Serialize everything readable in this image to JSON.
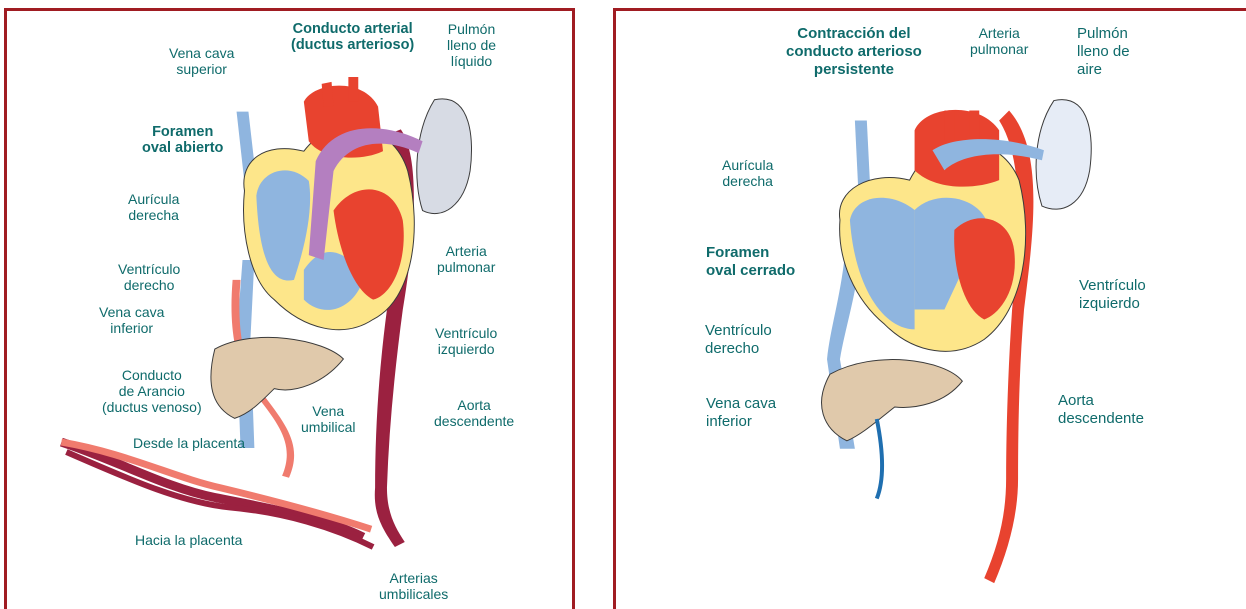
{
  "colors": {
    "frame": "#a01c22",
    "label_text": "#0f6b6b",
    "oxygenated_red": "#e8432f",
    "mixed_pink": "#f07b6e",
    "deoxygenated_blue": "#8fb5df",
    "purple": "#b47fc0",
    "dark_artery": "#9b2140",
    "heart_yellow": "#fde68a",
    "liver": "#e0c9ab",
    "lung": "#d7dbe4"
  },
  "fetal": {
    "vena_cava_superior": "Vena cava\nsuperior",
    "conducto_arterial": "Conducto arterial\n(ductus arterioso)",
    "pulmon_liquido": "Pulmón\nlleno de\nlíquido",
    "foramen_abierto": "Foramen\noval abierto",
    "auricula_derecha": "Aurícula\nderecha",
    "ventriculo_derecho": "Ventrículo\nderecho",
    "arteria_pulmonar": "Arteria\npulmonar",
    "vena_cava_inferior": "Vena cava\ninferior",
    "ventriculo_izquierdo": "Ventrículo\nizquierdo",
    "conducto_arancio": "Conducto\nde Arancio\n(ductus venoso)",
    "vena_umbilical": "Vena\numbilical",
    "aorta_descendente": "Aorta\ndescendente",
    "desde_placenta": "Desde la placenta",
    "hacia_placenta": "Hacia la placenta",
    "arterias_umbilicales": "Arterias\numbilicales"
  },
  "newborn": {
    "contraccion_conducto": "Contracción del\nconducto arterioso\npersistente",
    "arteria_pulmonar": "Arteria\npulmonar",
    "pulmon_aire": "Pulmón\nlleno de\naire",
    "auricula_derecha": "Aurícula\nderecha",
    "foramen_cerrado": "Foramen\noval cerrado",
    "ventriculo_izquierdo": "Ventrículo\nizquierdo",
    "ventriculo_derecho": "Ventrículo\nderecho",
    "vena_cava_inferior": "Vena cava\ninferior",
    "aorta_descendente": "Aorta\ndescendente"
  }
}
